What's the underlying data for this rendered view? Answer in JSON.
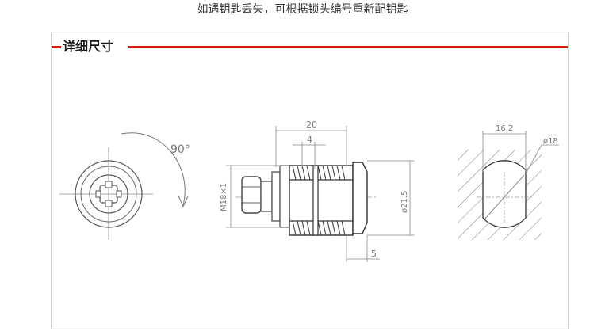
{
  "top_note": "如遇钥匙丢失，可根据锁头编号重新配钥匙",
  "section": {
    "title": "详细尺寸"
  },
  "drawing": {
    "rotation_label": "90°",
    "dim_total_length": "20",
    "dim_step": "4",
    "dim_thread": "M18×1",
    "dim_flange_dia": "ø21.5",
    "dim_flange_thickness": "5",
    "dim_cutout_width": "16.2",
    "dim_cutout_dia": "ø18"
  },
  "colors": {
    "accent": "#e0161b",
    "line": "#555555",
    "dim": "#888888"
  }
}
